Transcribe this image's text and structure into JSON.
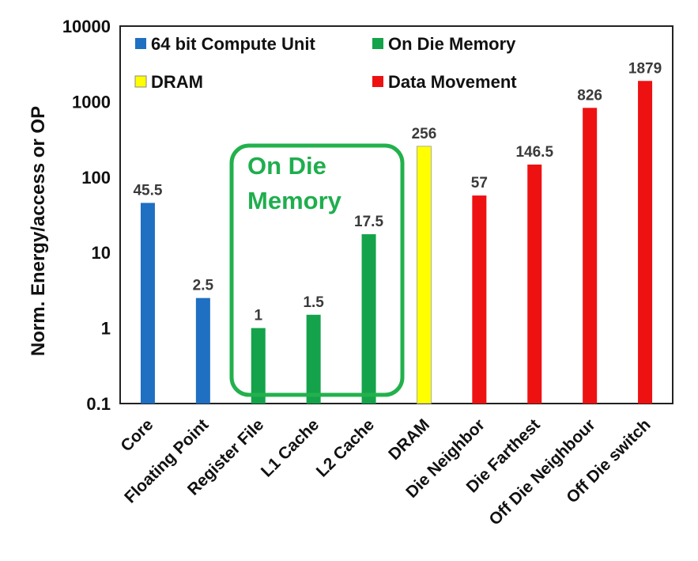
{
  "chart_data": {
    "type": "bar",
    "title": "",
    "xlabel": "",
    "ylabel": "Norm. Energy/access or OP",
    "yscale": "log",
    "ylim": [
      0.1,
      10000
    ],
    "yticks": [
      "0.1",
      "1",
      "10",
      "100",
      "1000",
      "10000"
    ],
    "grid": false,
    "legend_position": "top",
    "categories": [
      "Core",
      "Floating Point",
      "Register File",
      "L1 Cache",
      "L2 Cache",
      "DRAM",
      "Die Neighbor",
      "Die Farthest",
      "Off Die Neighbour",
      "Off Die switch"
    ],
    "values": [
      45.5,
      2.5,
      1,
      1.5,
      17.5,
      256,
      57,
      146.5,
      826,
      1879
    ],
    "value_labels": [
      "45.5",
      "2.5",
      "1",
      "1.5",
      "17.5",
      "256",
      "57",
      "146.5",
      "826",
      "1879"
    ],
    "groups": [
      "64 bit Compute Unit",
      "64 bit Compute Unit",
      "On Die Memory",
      "On Die Memory",
      "On Die Memory",
      "DRAM",
      "Data Movement",
      "Data Movement",
      "Data Movement",
      "Data Movement"
    ],
    "legend": [
      {
        "name": "64 bit Compute Unit",
        "color": "#1f6fc2"
      },
      {
        "name": "On Die Memory",
        "color": "#14a34a"
      },
      {
        "name": "DRAM",
        "color": "#ffff00"
      },
      {
        "name": "Data Movement",
        "color": "#ee1111"
      }
    ],
    "annotation": {
      "lines": [
        "On Die",
        "Memory"
      ],
      "color": "#1fae4e"
    }
  }
}
